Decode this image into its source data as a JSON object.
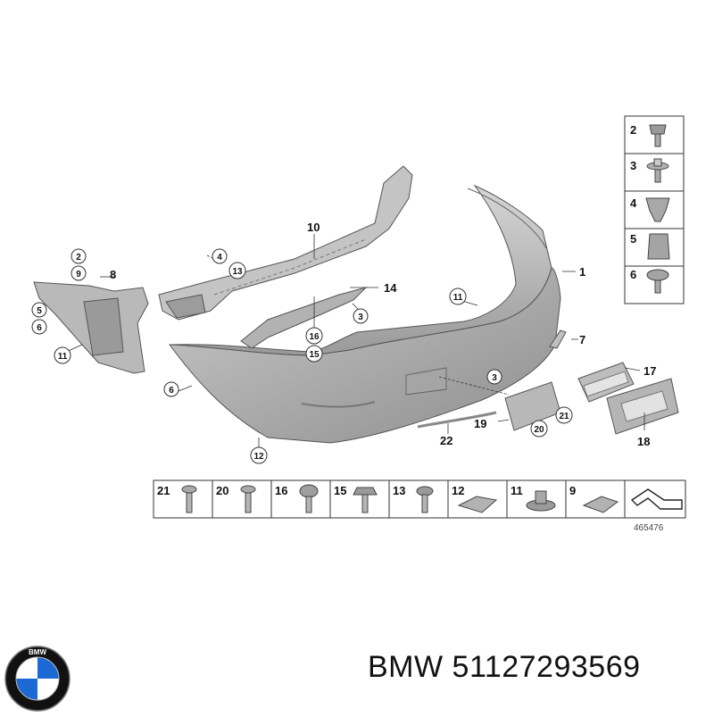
{
  "diagram": {
    "main_labels": {
      "part_1": "1",
      "part_6": "6",
      "part_7": "7",
      "part_8": "8",
      "part_10": "10",
      "part_14": "14",
      "part_17": "17",
      "part_18": "18",
      "part_19": "19",
      "part_22": "22"
    },
    "circled_labels": {
      "c2": "2",
      "c9": "9",
      "c5": "5",
      "c6a": "6",
      "c11a": "11",
      "c4": "4",
      "c13": "13",
      "c3a": "3",
      "c16": "16",
      "c15": "15",
      "c11b": "11",
      "c3b": "3",
      "c21": "21",
      "c20": "20",
      "c12": "12"
    },
    "right_panel": [
      "2",
      "3",
      "4",
      "5",
      "6"
    ],
    "bottom_strip": [
      "21",
      "20",
      "16",
      "15",
      "13",
      "12",
      "11",
      "9"
    ],
    "reference_number": "465476"
  },
  "brand": {
    "logo_text": "BMW",
    "logo_colors": {
      "blue": "#1c69d4",
      "white": "#ffffff",
      "ring": "#111111"
    }
  },
  "caption": "BMW 51127293569"
}
